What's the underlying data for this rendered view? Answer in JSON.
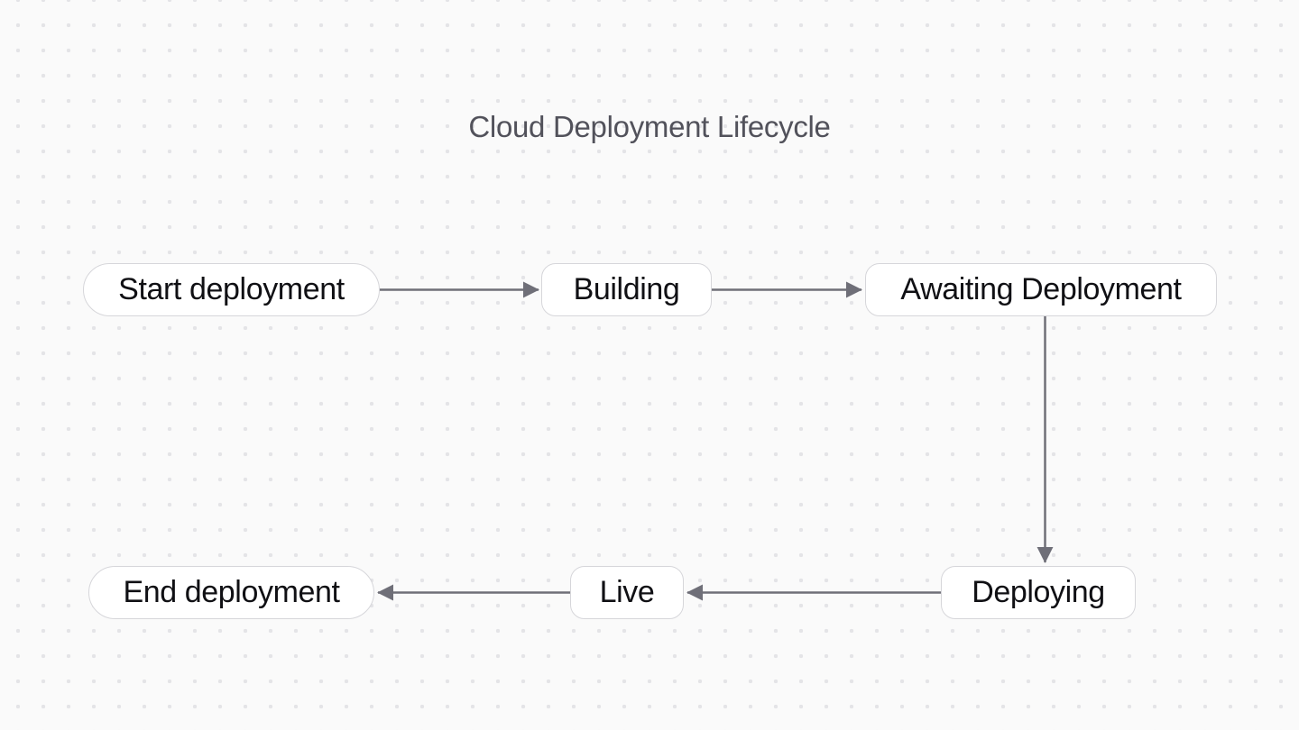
{
  "title": "Cloud Deployment Lifecycle",
  "nodes": [
    {
      "id": "start",
      "label": "Start deployment",
      "shape": "pill"
    },
    {
      "id": "building",
      "label": "Building",
      "shape": "rounded"
    },
    {
      "id": "awaiting",
      "label": "Awaiting Deployment",
      "shape": "rounded"
    },
    {
      "id": "deploying",
      "label": "Deploying",
      "shape": "rounded"
    },
    {
      "id": "live",
      "label": "Live",
      "shape": "rounded"
    },
    {
      "id": "end",
      "label": "End deployment",
      "shape": "pill"
    }
  ],
  "edges": [
    {
      "from": "start",
      "to": "building"
    },
    {
      "from": "building",
      "to": "awaiting"
    },
    {
      "from": "awaiting",
      "to": "deploying"
    },
    {
      "from": "deploying",
      "to": "live"
    },
    {
      "from": "live",
      "to": "end"
    }
  ],
  "colors": {
    "background": "#fafafa",
    "grid_dot": "#e4e4e7",
    "node_background": "#ffffff",
    "node_border": "#d6d6da",
    "node_text": "#101014",
    "edge": "#6f6f78",
    "title_text": "#52525b"
  }
}
